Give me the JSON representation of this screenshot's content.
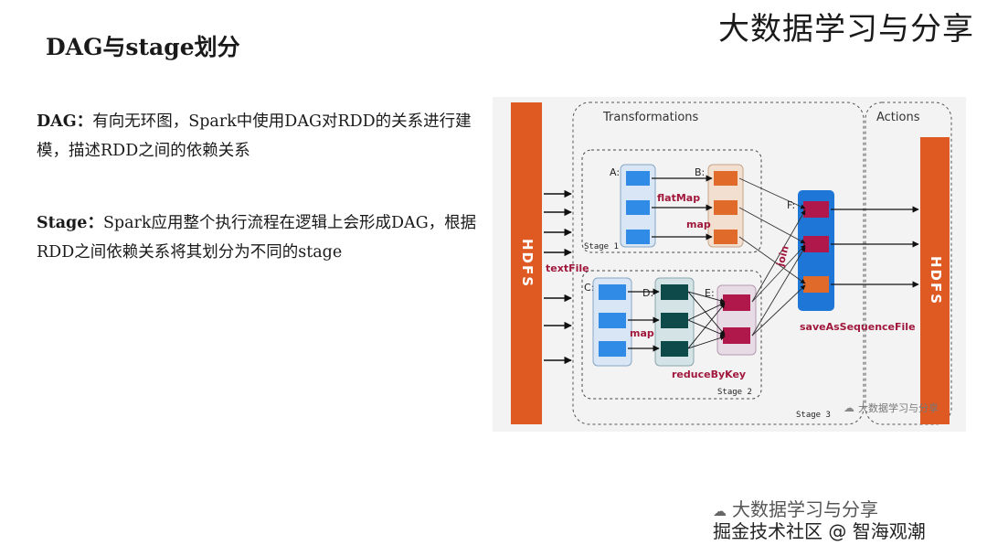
{
  "brand": "大数据学习与分享",
  "title": "DAG与stage划分",
  "sections": [
    {
      "term": "DAG",
      "separator": "：",
      "text": "有向无环图，Spark中使用DAG对RDD的关系进行建模，描述RDD之间的依赖关系"
    },
    {
      "term": "Stage",
      "separator": "：",
      "text": "Spark应用整个执行流程在逻辑上会形成DAG，根据RDD之间依赖关系将其划分为不同的stage"
    }
  ],
  "diagram": {
    "transformations_label": "Transformations",
    "actions_label": "Actions",
    "hdfs_left": "HDFS",
    "hdfs_right": "HDFS",
    "stage1": "Stage 1",
    "stage2": "Stage 2",
    "stage3": "Stage 3",
    "rdd_a": "A:",
    "rdd_b": "B:",
    "rdd_c": "C:",
    "rdd_d": "D:",
    "rdd_e": "E:",
    "rdd_f": "F:",
    "op_textfile": "textFile",
    "op_flatmap": "flatMap",
    "op_map1": "map",
    "op_map2": "map",
    "op_join": "join",
    "op_reducebykey": "reduceByKey",
    "op_save": "saveAsSequenceFile",
    "watermark": "大数据学习与分享",
    "colors": {
      "hdfs": "#de5a22",
      "rdd_blue": "#2f8be6",
      "rdd_orange": "#e06a2a",
      "rdd_dark": "#0f4a4a",
      "rdd_crimson": "#b0174a",
      "join_box": "#1e77d6"
    }
  },
  "footer": {
    "line1": "大数据学习与分享",
    "line2": "掘金技术社区 @ 智海观潮"
  }
}
